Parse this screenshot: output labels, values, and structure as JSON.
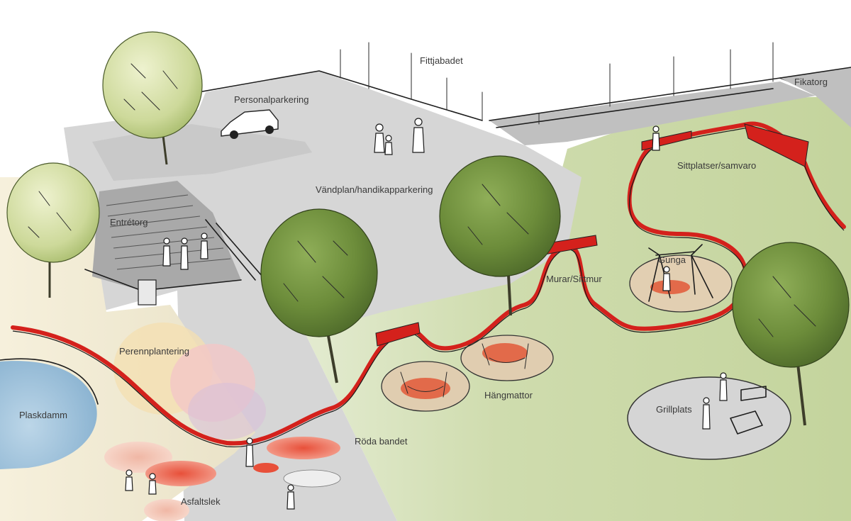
{
  "plan": {
    "labels": {
      "fittjabadet": "Fittjabadet",
      "fikatorg": "Fikatorg",
      "personalparkering": "Personalparkering",
      "vandplan": "Vändplan/handikapparkering",
      "entretorg": "Entrétorg",
      "sittplatser": "Sittplatser/samvaro",
      "gunga": "Gunga",
      "murar": "Murar/Sittmur",
      "perennplantering": "Perennplantering",
      "hangmattor": "Hängmattor",
      "plaskdamm": "Plaskdamm",
      "roda_bandet": "Röda bandet",
      "grillplats": "Grillplats",
      "asfaltslek": "Asfaltslek"
    },
    "colors": {
      "lawn": "#c9d9a6",
      "pavement": "#d2d2d2",
      "red_band": "#d4211c",
      "tree": "#6f8f3c",
      "water": "#9ec3dc"
    }
  }
}
